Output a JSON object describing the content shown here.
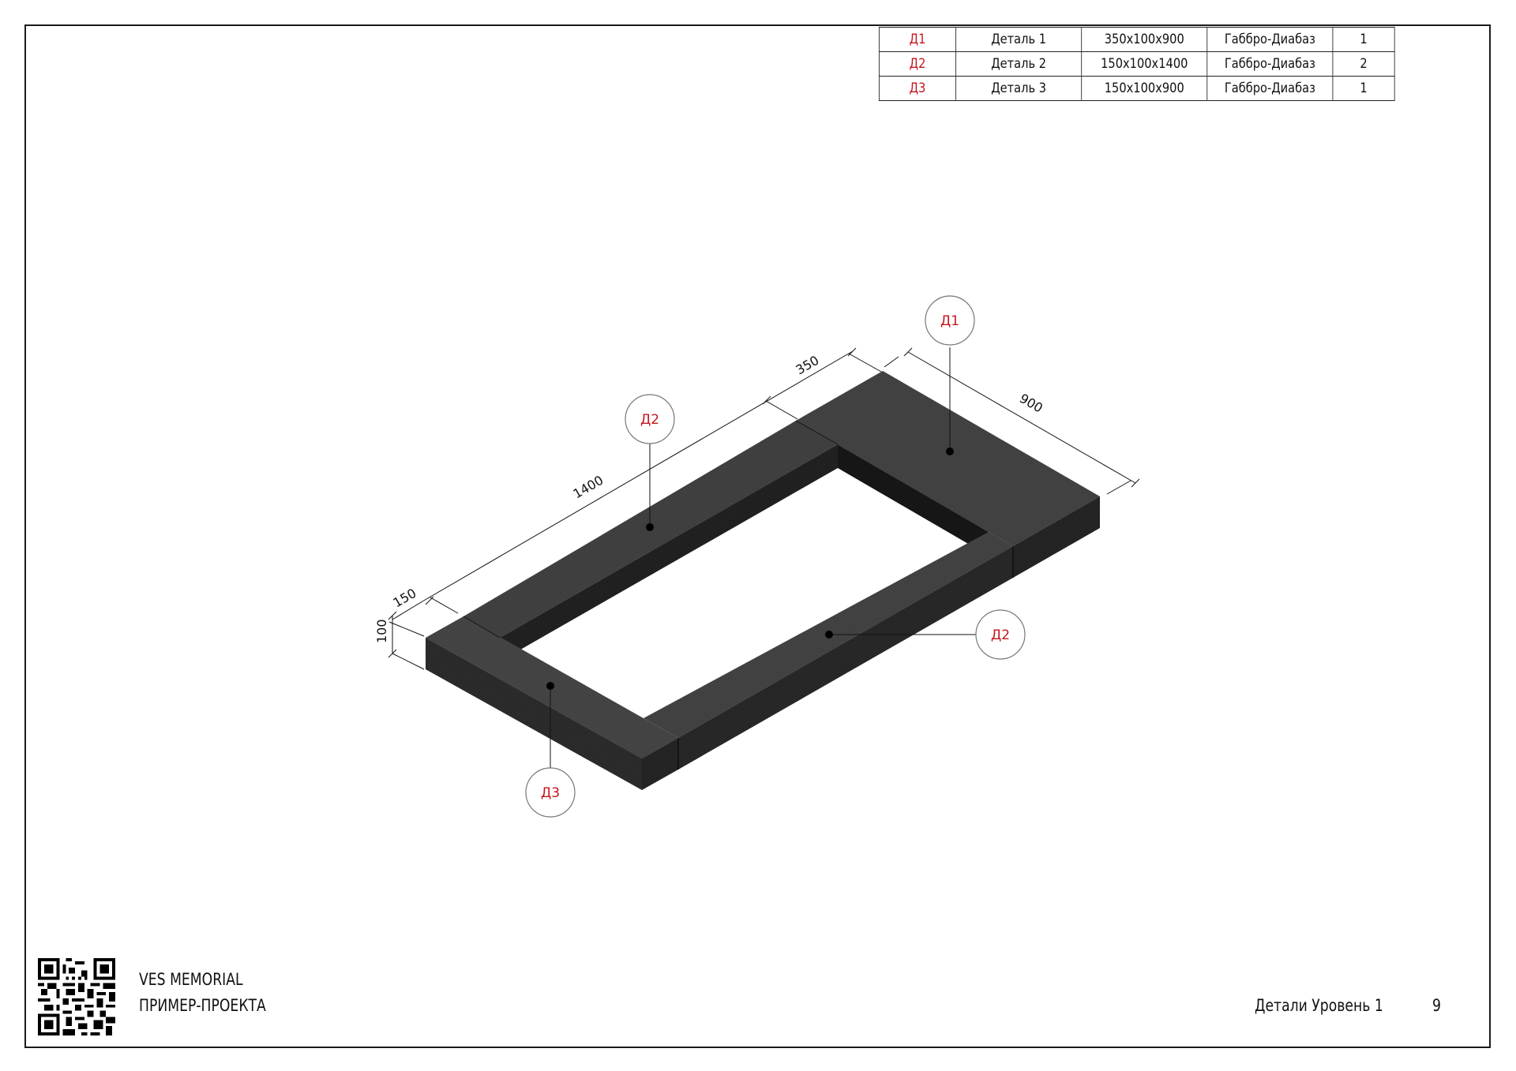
{
  "parts_table": {
    "rows": [
      {
        "code": "Д1",
        "name": "Деталь 1",
        "size": "350x100x900",
        "material": "Габбро-Диабаз",
        "qty": "1"
      },
      {
        "code": "Д2",
        "name": "Деталь 2",
        "size": "150x100x1400",
        "material": "Габбро-Диабаз",
        "qty": "2"
      },
      {
        "code": "Д3",
        "name": "Деталь 3",
        "size": "150x100x900",
        "material": "Габбро-Диабаз",
        "qty": "1"
      }
    ]
  },
  "drawing": {
    "dimensions": {
      "d350": "350",
      "d900": "900",
      "d1400": "1400",
      "d150": "150",
      "d100": "100"
    },
    "callouts": {
      "c1": "Д1",
      "c2a": "Д2",
      "c2b": "Д2",
      "c3": "Д3"
    }
  },
  "footer": {
    "company": "VES MEMORIAL",
    "project": "ПРИМЕР-ПРОЕКТА",
    "sheet_title": "Детали Уровень 1",
    "sheet_number": "9"
  },
  "colors": {
    "stone_top": "#4a4a4a",
    "stone_side": "#2b2b2b",
    "stone_inner": "#1f1f1f",
    "callout_text": "#c4161c"
  }
}
